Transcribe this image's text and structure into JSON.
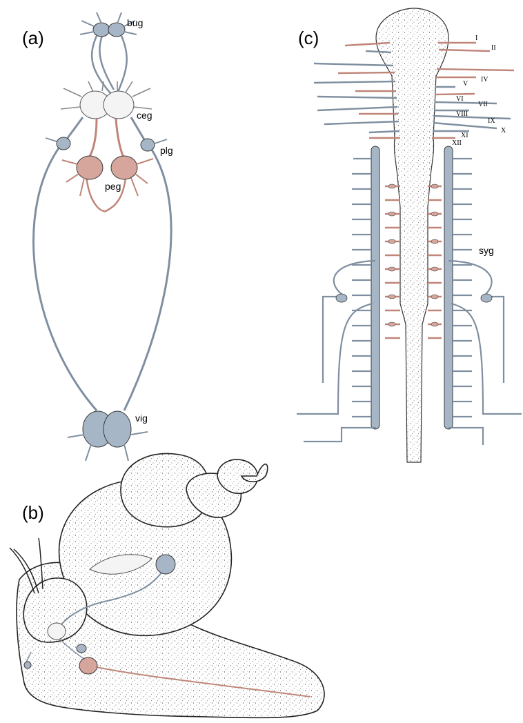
{
  "panels": [
    {
      "letter": "(a)",
      "labels": [
        "bug",
        "ceg",
        "plg",
        "peg",
        "vig"
      ]
    },
    {
      "letter": "(b)"
    },
    {
      "letter": "(c)",
      "labels": [
        "syg"
      ],
      "nerve_numerals": [
        "I",
        "II",
        "IV",
        "V",
        "VI",
        "VII",
        "VIII",
        "IX",
        "X",
        "XI",
        "XII"
      ]
    }
  ],
  "colors": {
    "blue_ganglion": "#a7b6c7",
    "red_ganglion": "#d6a69c",
    "outline": "#3a3a3a",
    "background": "#ffffff"
  }
}
